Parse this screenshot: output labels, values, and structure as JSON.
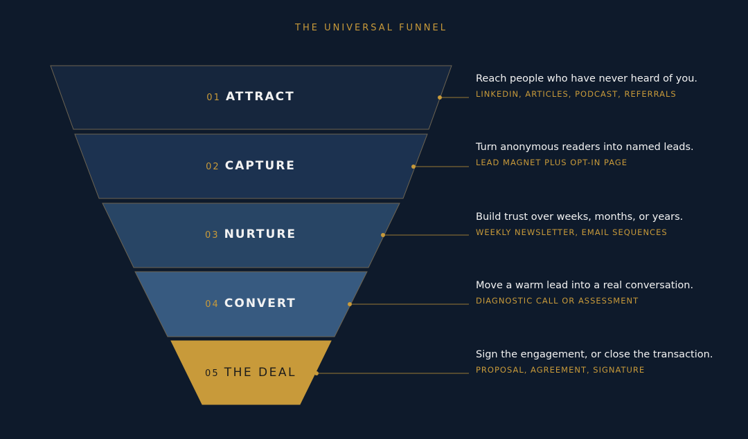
{
  "title": "THE UNIVERSAL FUNNEL",
  "colors": {
    "background": "#0e1a2b",
    "accent": "#c89a3a",
    "text": "#f2f2f2",
    "stage_fills": [
      "#16263d",
      "#1c3250",
      "#284565",
      "#375a80",
      "#c89a3a"
    ]
  },
  "stages": [
    {
      "number": "01",
      "name": "ATTRACT",
      "description": "Reach people who have never heard of you.",
      "channels": "LINKEDIN, ARTICLES, PODCAST, REFERRALS"
    },
    {
      "number": "02",
      "name": "CAPTURE",
      "description": "Turn anonymous readers into named leads.",
      "channels": "LEAD MAGNET PLUS OPT-IN PAGE"
    },
    {
      "number": "03",
      "name": "NURTURE",
      "description": "Build trust over weeks, months, or years.",
      "channels": "WEEKLY NEWSLETTER, EMAIL SEQUENCES"
    },
    {
      "number": "04",
      "name": "CONVERT",
      "description": "Move a warm lead into a real conversation.",
      "channels": "DIAGNOSTIC CALL OR ASSESSMENT"
    },
    {
      "number": "05",
      "name": "THE DEAL",
      "description": "Sign the engagement, or close the transaction.",
      "channels": "PROPOSAL, AGREEMENT, SIGNATURE"
    }
  ]
}
